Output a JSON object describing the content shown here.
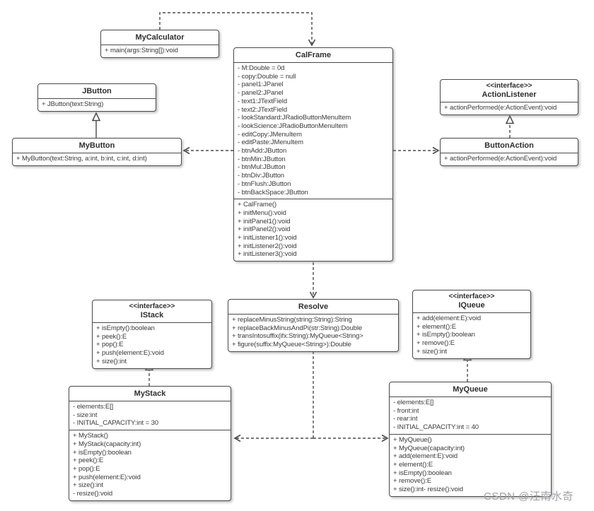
{
  "diagram_title": "Calculator UML class diagram",
  "watermark": "CSDN @汪南水奇",
  "colors": {
    "border": "#4a4a4a",
    "text": "#3a3a3a",
    "background": "#ffffff",
    "watermark": "#a0a0a5"
  },
  "classes": {
    "mycalculator": {
      "name": "MyCalculator",
      "attributes": [],
      "methods": [
        "+ main(args:String[]):void"
      ]
    },
    "calframe": {
      "name": "CalFrame",
      "attributes": [
        "- M:Double = 0d",
        "- copy:Double = null",
        "- panel1:JPanel",
        "- panel2:JPanel",
        "- text1:JTextField",
        "- text2:JTextField",
        "- lookStandard:JRadioButtonMenuItem",
        "- lookScience:JRadioButtonMenuItem",
        "- editCopy:JMenuItem",
        "- editPaste:JMenuItem",
        "- btnAdd:JButton",
        "- btnMin:JButton",
        "- btnMul:JButton",
        "- btnDiv:JButton",
        "- btnFlush:JButton",
        "- btnBackSpace:JButton"
      ],
      "methods": [
        "+ CalFrame()",
        "+ initMenu():void",
        "+ initPanel1():void",
        "+ initPanel2():void",
        "+ initListener1():void",
        "+ initListener2():void",
        "+ initListener3():void"
      ]
    },
    "jbutton": {
      "name": "JButton",
      "attributes": [],
      "methods": [
        "+ JButton(text:String)"
      ]
    },
    "mybutton": {
      "name": "MyButton",
      "attributes": [],
      "methods": [
        "+ MyButton(text:String,  a:int,  b:int,  c:int,  d:int)"
      ]
    },
    "actionlistener": {
      "stereotype": "<<interface>>",
      "name": "ActionListener",
      "attributes": [],
      "methods": [
        "+ actionPerformed(e:ActionEvent):void"
      ]
    },
    "buttonaction": {
      "name": "ButtonAction",
      "attributes": [],
      "methods": [
        "+ actionPerformed(e:ActionEvent):void"
      ]
    },
    "istack": {
      "stereotype": "<<interface>>",
      "name": "IStack",
      "attributes": [],
      "methods": [
        "+ isEmpty():boolean",
        "+ peek():E",
        "+ pop():E",
        "+ push(element:E):void",
        "+ size():int"
      ]
    },
    "resolve": {
      "name": "Resolve",
      "attributes": [],
      "methods": [
        "+ replaceMinusString(string:String):String",
        "+ replaceBackMinusAndPi(str:String):Double",
        "+ transIntosuffix(ifx:String):MyQueue<String>",
        "+ figure(suffix:MyQueue<String>):Double"
      ]
    },
    "iqueue": {
      "stereotype": "<<interface>>",
      "name": "IQueue",
      "attributes": [],
      "methods": [
        "+ add(element:E):void",
        "+ element():E",
        "+ isEmpty():boolean",
        "+ remove():E",
        "+ size():int"
      ]
    },
    "mystack": {
      "name": "MyStack",
      "attributes": [
        "- elements:E[]",
        "- size:int",
        "- INITIAL_CAPACITY:int = 30"
      ],
      "methods": [
        "+ MyStack()",
        "+ MyStack(capacity:int)",
        "+ isEmpty():boolean",
        "+ peek():E",
        "+ pop():E",
        "+ push(element:E):void",
        "+ size():int",
        "- resize():void"
      ]
    },
    "myqueue": {
      "name": "MyQueue",
      "attributes": [
        "- elements:E[]",
        "- front:int",
        "- rear:int",
        "- INITIAL_CAPACITY:int = 40"
      ],
      "methods": [
        "+ MyQueue()",
        "+ MyQueue(capacity:int)",
        "+ add(element:E):void",
        "+ element():E",
        "+ isEmpty():boolean",
        "+ remove():E",
        "+ size():int- resize():void"
      ]
    }
  },
  "relationships": [
    {
      "from": "MyCalculator",
      "to": "CalFrame",
      "type": "dependency"
    },
    {
      "from": "MyButton",
      "to": "JButton",
      "type": "inheritance"
    },
    {
      "from": "CalFrame",
      "to": "MyButton",
      "type": "dependency"
    },
    {
      "from": "CalFrame",
      "to": "ButtonAction",
      "type": "dependency"
    },
    {
      "from": "ButtonAction",
      "to": "ActionListener",
      "type": "realization"
    },
    {
      "from": "CalFrame",
      "to": "Resolve",
      "type": "dependency"
    },
    {
      "from": "Resolve",
      "to": "MyStack",
      "type": "dependency"
    },
    {
      "from": "Resolve",
      "to": "MyQueue",
      "type": "dependency"
    },
    {
      "from": "MyStack",
      "to": "IStack",
      "type": "realization"
    },
    {
      "from": "MyQueue",
      "to": "IQueue",
      "type": "realization"
    }
  ]
}
